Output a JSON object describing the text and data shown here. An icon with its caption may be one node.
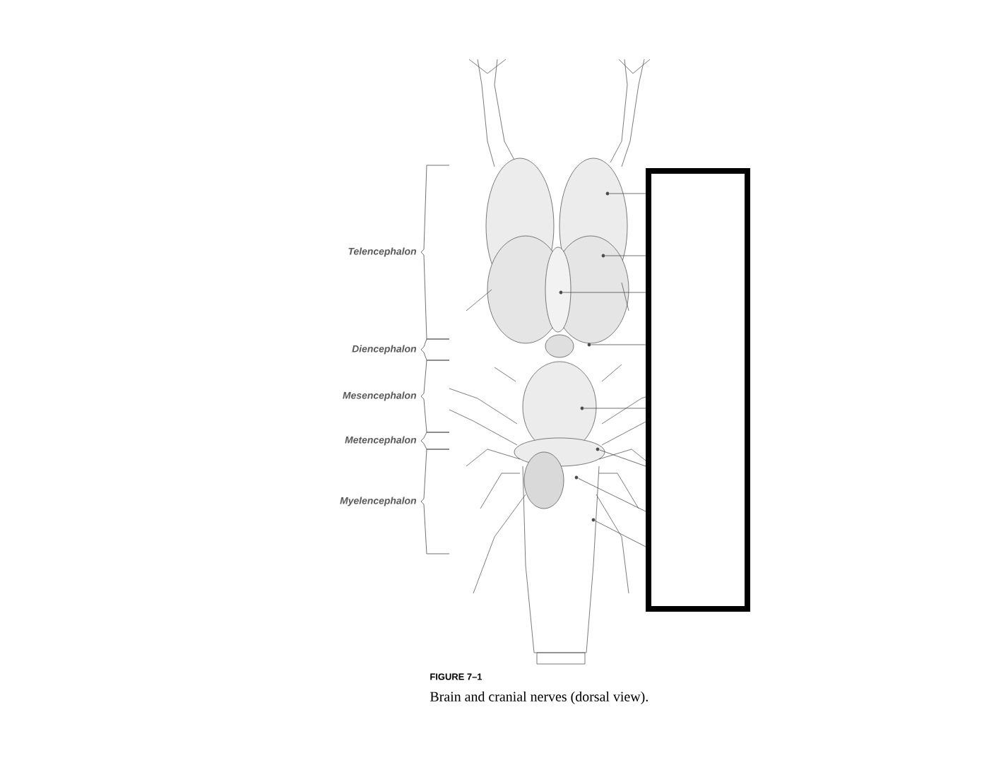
{
  "diagram": {
    "caption": "Brain and cranial nerves (dorsal view).",
    "nodes": [
      {
        "text": [],
        "shape": "box"
      },
      {
        "text": [],
        "shape": "circle"
      },
      {
        "text": [],
        "shape": "circle"
      },
      {
        "text": [],
        "shape": "circle"
      },
      {
        "text": [],
        "shape": "circle"
      },
      {
        "text": [],
        "shape": "circle"
      },
      {
        "text": [],
        "shape": "circle"
      },
      {
        "text": [],
        "shape": "circle"
      },
      {
        "text": [],
        "shape": "circle"
      }
    ],
    "edges": [
      {
        "from": 0,
        "to": 1,
        "arrow": "none"
      },
      {
        "from": 0,
        "to": 2,
        "arrow": "none"
      },
      {
        "from": 0,
        "to": 3,
        "arrow": "none"
      },
      {
        "from": 0,
        "to": 4,
        "arrow": "none"
      },
      {
        "from": 0,
        "to": 5,
        "arrow": "none"
      },
      {
        "from": 0,
        "to": 6,
        "arrow": "none"
      },
      {
        "from": 0,
        "to": 7,
        "arrow": "none"
      },
      {
        "from": 0,
        "to": 8,
        "arrow": "none"
      }
    ],
    "labels": [
      "Telencephalon",
      "Diencephalon",
      "Mesencephalon",
      "Metencephalon",
      "Myelencephalon",
      "FIGURE 7–1"
    ]
  }
}
